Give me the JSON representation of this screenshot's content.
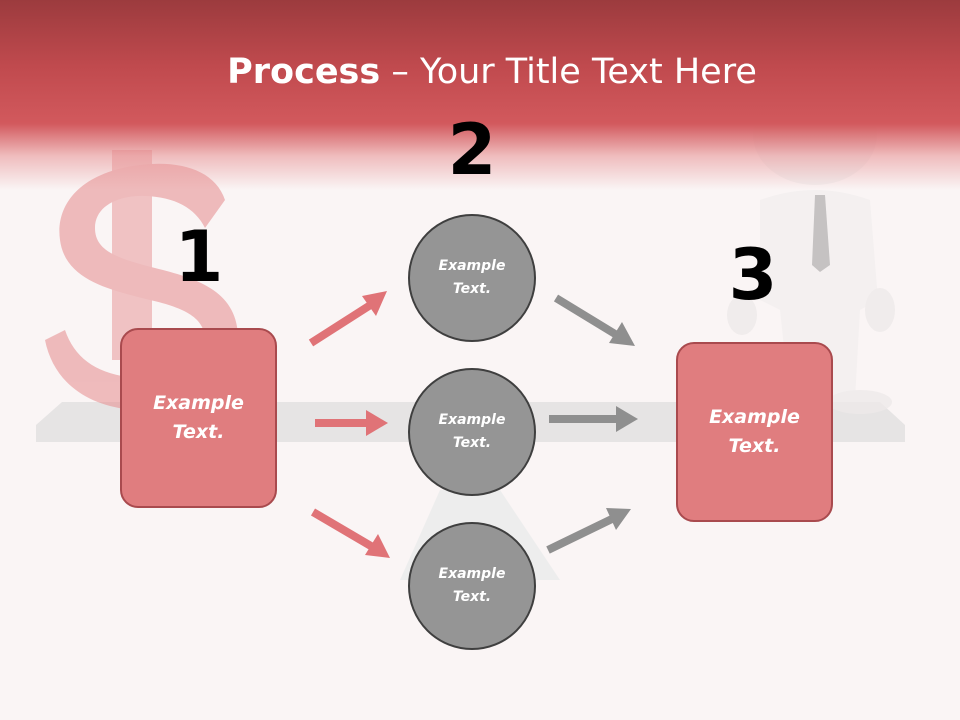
{
  "slide": {
    "title_bold": "Process",
    "title_rest": " – Your Title Text Here",
    "step_numbers": [
      "1",
      "2",
      "3"
    ],
    "left_box_text": "Example\nText.",
    "right_box_text": "Example\nText.",
    "circles": [
      {
        "text": "Example\nText."
      },
      {
        "text": "Example\nText."
      },
      {
        "text": "Example\nText."
      }
    ]
  },
  "colors": {
    "header": "#c04a4e",
    "box_fill": "#e07d7f",
    "circle_fill": "#959595",
    "arrow_red": "#e07377",
    "arrow_gray": "#8f8f8f"
  },
  "icons": [
    "dollar-sign",
    "3d-figure-with-tie",
    "seesaw-plank"
  ]
}
